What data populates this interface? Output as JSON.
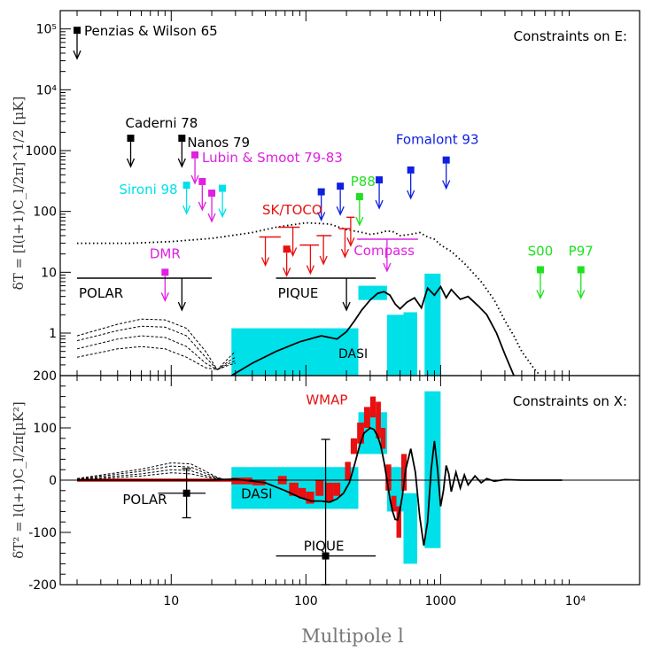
{
  "figure": {
    "xlabel": "Multipole l",
    "xticks": [
      {
        "v": 10,
        "label": "10"
      },
      {
        "v": 100,
        "label": "100"
      },
      {
        "v": 1000,
        "label": "1000"
      },
      {
        "v": 10000,
        "label": "10⁴"
      }
    ]
  },
  "colors": {
    "black": "#000000",
    "magenta": "#e020e0",
    "cyan": "#00e0e8",
    "red": "#e81010",
    "blue": "#1020e0",
    "green": "#20e020"
  },
  "chart_data": [
    {
      "type": "line",
      "title": "Constraints on E:",
      "ylabel": "δT = [l(l+1)C_l/2π]^1/2 [μK]",
      "xscale": "log",
      "yscale": "log",
      "xlim": [
        1.5,
        30000
      ],
      "ylim": [
        0.2,
        200000
      ],
      "yticks": [
        {
          "v": 1,
          "label": "1"
        },
        {
          "v": 10,
          "label": "10"
        },
        {
          "v": 100,
          "label": "100"
        },
        {
          "v": 1000,
          "label": "1000"
        },
        {
          "v": 10000,
          "label": "10⁴"
        },
        {
          "v": 100000,
          "label": "10⁵"
        }
      ],
      "series": [
        {
          "style": "solid",
          "x": [
            28,
            40,
            60,
            90,
            130,
            170,
            200,
            230,
            260,
            300,
            340,
            380,
            420,
            460,
            500,
            560,
            640,
            720,
            800,
            900,
            1000,
            1100,
            1200,
            1400,
            1600,
            1900,
            2200,
            2600,
            3000,
            3500
          ],
          "y": [
            0.2,
            0.32,
            0.5,
            0.72,
            0.9,
            0.8,
            1.05,
            1.6,
            2.4,
            3.5,
            4.5,
            4.8,
            4.2,
            3.0,
            2.5,
            3.2,
            3.8,
            2.6,
            5.5,
            4.2,
            5.8,
            3.8,
            5.2,
            3.6,
            4.0,
            2.8,
            2.0,
            1.0,
            0.45,
            0.2
          ]
        },
        {
          "style": "dotted",
          "x": [
            2,
            5,
            10,
            20,
            40,
            60,
            100,
            150,
            200,
            250,
            300,
            350,
            400,
            450,
            500,
            600,
            700,
            800,
            900,
            1000,
            1200,
            1500,
            2000,
            2500,
            3000,
            3500,
            4000,
            5000,
            5500
          ],
          "y": [
            30,
            30,
            32,
            36,
            45,
            55,
            65,
            62,
            50,
            46,
            42,
            44,
            48,
            46,
            40,
            42,
            45,
            38,
            35,
            28,
            22,
            14,
            7,
            3.5,
            1.6,
            0.9,
            0.5,
            0.25,
            0.2
          ]
        },
        {
          "style": "dashed",
          "x": [
            2,
            4,
            6,
            9,
            13,
            18,
            22,
            27,
            30
          ],
          "y": [
            0.4,
            0.55,
            0.6,
            0.55,
            0.4,
            0.27,
            0.25,
            0.3,
            0.32
          ]
        },
        {
          "style": "dashed",
          "x": [
            2,
            4,
            6,
            9,
            13,
            18,
            22,
            27,
            30
          ],
          "y": [
            0.55,
            0.8,
            0.9,
            0.85,
            0.6,
            0.32,
            0.25,
            0.32,
            0.35
          ]
        },
        {
          "style": "dashed",
          "x": [
            2,
            4,
            6,
            9,
            13,
            18,
            22,
            27,
            30
          ],
          "y": [
            0.75,
            1.1,
            1.3,
            1.25,
            0.9,
            0.4,
            0.25,
            0.35,
            0.4
          ]
        },
        {
          "style": "dashed",
          "x": [
            2,
            4,
            6,
            9,
            13,
            18,
            22,
            27,
            30
          ],
          "y": [
            0.9,
            1.4,
            1.7,
            1.65,
            1.2,
            0.5,
            0.25,
            0.4,
            0.5
          ]
        }
      ],
      "bands": [
        {
          "name": "DASI",
          "color": "cyan",
          "x0": 28,
          "x1": 245,
          "y0": 0.2,
          "y1": 1.2
        },
        {
          "color": "cyan",
          "x0": 245,
          "x1": 400,
          "y0": 3.5,
          "y1": 6
        },
        {
          "color": "cyan",
          "x0": 400,
          "x1": 530,
          "y0": 0.2,
          "y1": 2.0
        },
        {
          "color": "cyan",
          "x0": 530,
          "x1": 670,
          "y0": 0.2,
          "y1": 2.2
        },
        {
          "color": "cyan",
          "x0": 760,
          "x1": 1000,
          "y0": 0.2,
          "y1": 9.5
        }
      ],
      "bounds": [
        {
          "label": "Penzias & Wilson 65",
          "color": "black",
          "x": 2,
          "y": 95000
        },
        {
          "label": "Caderni 78",
          "color": "black",
          "x": 5,
          "y": 1600
        },
        {
          "label": "Nanos 79",
          "color": "black",
          "x": 12,
          "y": 1600
        },
        {
          "label": "Lubin & Smoot 79-83",
          "color": "magenta",
          "x": 15,
          "y": 850
        },
        {
          "label": "",
          "color": "magenta",
          "x": 17,
          "y": 310
        },
        {
          "label": "",
          "color": "magenta",
          "x": 20,
          "y": 200
        },
        {
          "label": "Sironi 98",
          "color": "cyan",
          "x": 13,
          "y": 270
        },
        {
          "label": "",
          "color": "cyan",
          "x": 24,
          "y": 240
        },
        {
          "label": "DMR",
          "color": "magenta",
          "x": 9,
          "y": 10
        },
        {
          "label": "Fomalont 93",
          "color": "blue",
          "x": 1100,
          "y": 700
        },
        {
          "label": "",
          "color": "blue",
          "x": 130,
          "y": 210
        },
        {
          "label": "",
          "color": "blue",
          "x": 180,
          "y": 260
        },
        {
          "label": "",
          "color": "blue",
          "x": 350,
          "y": 330
        },
        {
          "label": "",
          "color": "blue",
          "x": 600,
          "y": 480
        },
        {
          "label": "P88",
          "color": "green",
          "x": 250,
          "y": 175
        },
        {
          "label": "S00",
          "color": "green",
          "x": 5500,
          "y": 11
        },
        {
          "label": "P97",
          "color": "green",
          "x": 11000,
          "y": 11
        }
      ],
      "hbars": [
        {
          "label": "POLAR",
          "color": "black",
          "x0": 2,
          "x1": 20,
          "y": 8,
          "arrow_x": 12
        },
        {
          "label": "PIQUE",
          "color": "black",
          "x0": 60,
          "x1": 330,
          "y": 8,
          "arrow_x": 200
        },
        {
          "label": "Compass",
          "color": "magenta",
          "x0": 240,
          "x1": 680,
          "y": 35,
          "arrow_x": 400
        }
      ],
      "toco": {
        "label": "SK/TOCO",
        "color": "red",
        "bars": [
          {
            "x0": 45,
            "x1": 65,
            "y": 38,
            "arrow_x": 50
          },
          {
            "x0": 62,
            "x1": 90,
            "y": 55,
            "arrow_x": 80
          },
          {
            "x0": 90,
            "x1": 125,
            "y": 28,
            "arrow_x": 108
          },
          {
            "x0": 120,
            "x1": 155,
            "y": 40,
            "arrow_x": 135
          },
          {
            "x0": 175,
            "x1": 215,
            "y": 52,
            "arrow_x": 195
          },
          {
            "x0": 200,
            "x1": 230,
            "y": 80,
            "arrow_x": 215
          }
        ],
        "points": [
          {
            "x": 72,
            "y": 24
          }
        ]
      }
    },
    {
      "type": "line",
      "title": "Constraints on X:",
      "ylabel": "δT² = l(l+1)C_l/2π[μK²]",
      "xscale": "log",
      "xlim": [
        1.5,
        30000
      ],
      "ylim": [
        -200,
        200
      ],
      "yticks": [
        {
          "v": -200,
          "label": "-200"
        },
        {
          "v": -100,
          "label": "-100"
        },
        {
          "v": 0,
          "label": "0"
        },
        {
          "v": 100,
          "label": "100"
        },
        {
          "v": 200,
          "label": "200"
        }
      ],
      "series": [
        {
          "style": "solid",
          "x": [
            2,
            20,
            30,
            50,
            70,
            90,
            110,
            130,
            150,
            170,
            190,
            210,
            230,
            250,
            270,
            300,
            320,
            340,
            360,
            380,
            400,
            420,
            440,
            460,
            480,
            500,
            520,
            550,
            600,
            650,
            700,
            750,
            800,
            850,
            900,
            950,
            1000,
            1050,
            1100,
            1150,
            1200,
            1300,
            1400,
            1500,
            1600,
            1800,
            2000,
            2200,
            2500,
            3000,
            4000,
            5000,
            8000
          ],
          "y": [
            0,
            0,
            2,
            -5,
            -20,
            -33,
            -40,
            -40,
            -42,
            -36,
            -25,
            -5,
            30,
            65,
            90,
            100,
            97,
            85,
            65,
            35,
            0,
            -35,
            -60,
            -75,
            -76,
            -55,
            -30,
            20,
            60,
            15,
            -70,
            -125,
            -80,
            20,
            75,
            20,
            -50,
            -20,
            28,
            12,
            -22,
            15,
            -15,
            10,
            -9,
            8,
            -5,
            3,
            -2,
            1,
            0,
            0,
            0
          ]
        },
        {
          "style": "dashed",
          "x": [
            2,
            6,
            10,
            14,
            18,
            22,
            26
          ],
          "y": [
            0,
            8,
            14,
            12,
            6,
            2,
            0
          ]
        },
        {
          "style": "dashed",
          "x": [
            2,
            6,
            10,
            14,
            18,
            22,
            26
          ],
          "y": [
            1,
            12,
            20,
            18,
            9,
            3,
            0
          ]
        },
        {
          "style": "dashed",
          "x": [
            2,
            6,
            10,
            14,
            18,
            22,
            26
          ],
          "y": [
            2,
            17,
            27,
            25,
            13,
            4,
            0
          ]
        },
        {
          "style": "dashed",
          "x": [
            2,
            6,
            10,
            14,
            18,
            22,
            26
          ],
          "y": [
            3,
            21,
            33,
            31,
            17,
            5,
            0
          ]
        }
      ],
      "bands": [
        {
          "name": "DASI",
          "color": "cyan",
          "x0": 28,
          "x1": 245,
          "y0": -55,
          "y1": 25
        },
        {
          "color": "cyan",
          "x0": 245,
          "x1": 400,
          "y0": 50,
          "y1": 130
        },
        {
          "color": "cyan",
          "x0": 400,
          "x1": 530,
          "y0": -60,
          "y1": 25
        },
        {
          "color": "cyan",
          "x0": 530,
          "x1": 670,
          "y0": -160,
          "y1": -25
        },
        {
          "color": "cyan",
          "x0": 760,
          "x1": 1000,
          "y0": -130,
          "y1": 170
        }
      ],
      "red_boxes": [
        {
          "x0": 2,
          "x1": 28,
          "y0": -3,
          "y1": 3
        },
        {
          "x0": 28,
          "x1": 40,
          "y0": -8,
          "y1": 5
        },
        {
          "x0": 40,
          "x1": 50,
          "y0": -10,
          "y1": 0
        },
        {
          "x0": 62,
          "x1": 72,
          "y0": -8,
          "y1": 8
        },
        {
          "x0": 75,
          "x1": 88,
          "y0": -30,
          "y1": -5
        },
        {
          "x0": 88,
          "x1": 100,
          "y0": -35,
          "y1": -15
        },
        {
          "x0": 100,
          "x1": 115,
          "y0": -45,
          "y1": -22
        },
        {
          "x0": 118,
          "x1": 135,
          "y0": -30,
          "y1": 0
        },
        {
          "x0": 140,
          "x1": 160,
          "y0": -40,
          "y1": -5
        },
        {
          "x0": 160,
          "x1": 180,
          "y0": -30,
          "y1": -5
        },
        {
          "x0": 195,
          "x1": 215,
          "y0": 0,
          "y1": 35
        },
        {
          "x0": 215,
          "x1": 240,
          "y0": 50,
          "y1": 80
        },
        {
          "x0": 240,
          "x1": 270,
          "y0": 70,
          "y1": 110
        },
        {
          "x0": 270,
          "x1": 300,
          "y0": 100,
          "y1": 140
        },
        {
          "x0": 300,
          "x1": 330,
          "y0": 120,
          "y1": 160
        },
        {
          "x0": 330,
          "x1": 360,
          "y0": 80,
          "y1": 150
        },
        {
          "x0": 360,
          "x1": 390,
          "y0": 60,
          "y1": 100
        },
        {
          "x0": 390,
          "x1": 430,
          "y0": -20,
          "y1": 30
        },
        {
          "x0": 430,
          "x1": 470,
          "y0": -60,
          "y1": -30
        },
        {
          "x0": 470,
          "x1": 510,
          "y0": -110,
          "y1": -50
        },
        {
          "x0": 510,
          "x1": 560,
          "y0": -20,
          "y1": 50
        }
      ],
      "points": [
        {
          "label": "POLAR",
          "x": 13,
          "y": -25,
          "xmin": 8,
          "xmax": 18,
          "ymin": -72,
          "ymax": 22
        },
        {
          "label": "PIQUE",
          "x": 140,
          "y": -145,
          "xmin": 60,
          "xmax": 330,
          "ymin": -200,
          "ymax": 78
        }
      ],
      "labels": [
        {
          "text": "WMAP",
          "color": "red",
          "x": 100,
          "y": 145
        },
        {
          "text": "DASI",
          "color": "black",
          "x": 33,
          "y": -35
        }
      ]
    }
  ]
}
